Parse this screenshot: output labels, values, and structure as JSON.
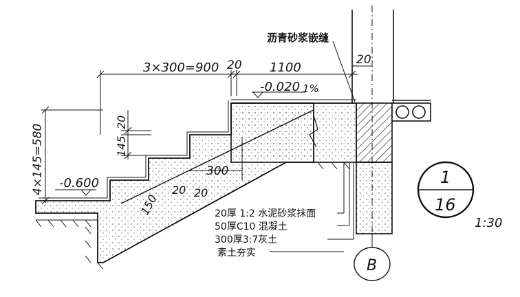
{
  "labels": {
    "joint_note": "沥青砂浆嵌缝",
    "dim_treads": "3×300=900",
    "dim_gap_20_top": "20",
    "dim_landing": "1100",
    "dim_wall_20": "20",
    "elev_top": "-0.020",
    "slope": "1%",
    "dim_step_20": "20",
    "dim_riser": "145",
    "dim_height_total": "4×145=580",
    "elev_bottom": "-0.600",
    "dim_tread_300": "300",
    "dim_20_a": "20",
    "dim_20_b": "20",
    "dim_150": "150",
    "layer_1": "20厚 1:2 水泥砂浆抹面",
    "layer_2": "50厚C10 混凝土",
    "layer_3": "300厚3:7灰土",
    "layer_4": "素土夯实",
    "axis_label": "B",
    "detail_top": "1",
    "detail_bottom": "16",
    "scale": "1:30"
  },
  "colors": {
    "line": "#111111",
    "fill": "#ffffff"
  }
}
